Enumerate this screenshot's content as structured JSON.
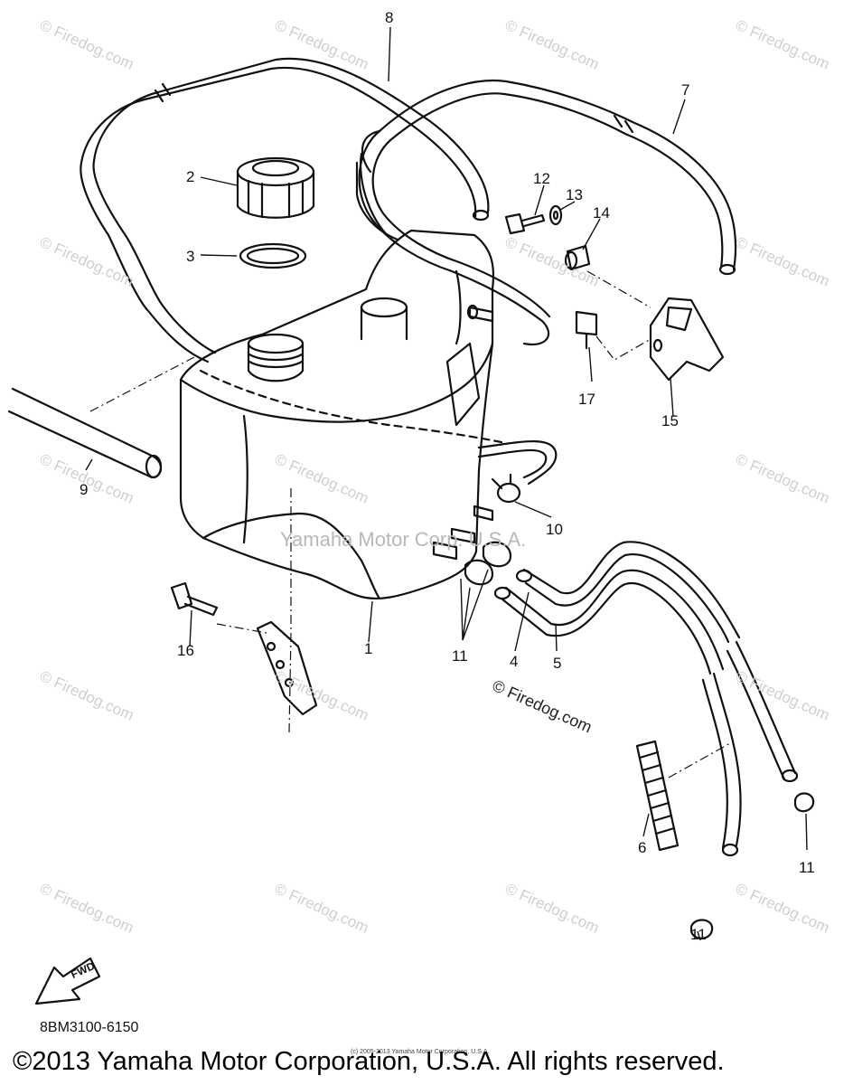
{
  "watermarks": {
    "firedog": "© Firedog.com",
    "center": "Yamaha Motor Corp. U.S.A.",
    "mid_firedog": "© Firedog.com"
  },
  "callouts": [
    "8",
    "7",
    "2",
    "12",
    "13",
    "14",
    "3",
    "17",
    "15",
    "9",
    "10",
    "16",
    "1",
    "11",
    "4",
    "5",
    "6",
    "11",
    "11"
  ],
  "fwd_label": "FWD",
  "part_code": "8BM3100-6150",
  "tiny_notice": "(c) 2005-2013 Yamaha Motor Corporation, U.S.A.",
  "copyright": "©2013 Yamaha Motor Corporation, U.S.A. All rights reserved."
}
